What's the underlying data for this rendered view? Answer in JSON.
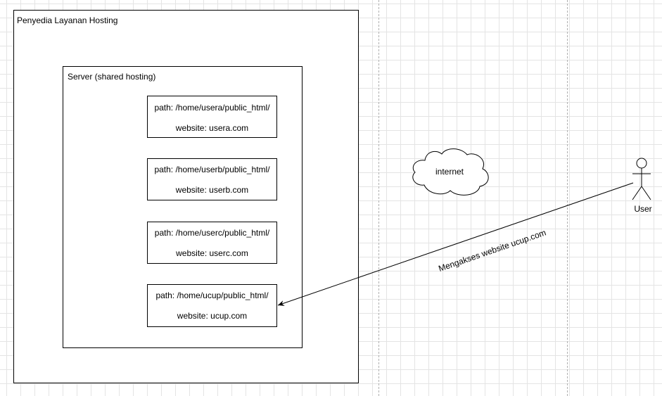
{
  "provider": {
    "title": "Penyedia Layanan Hosting"
  },
  "server": {
    "title": "Server (shared hosting)"
  },
  "sites": [
    {
      "path": "path: /home/usera/public_html/",
      "website": "website: usera.com"
    },
    {
      "path": "path: /home/userb/public_html/",
      "website": "website: userb.com"
    },
    {
      "path": "path: /home/userc/public_html/",
      "website": "website: userc.com"
    },
    {
      "path": "path: /home/ucup/public_html/",
      "website": "website: ucup.com"
    }
  ],
  "cloud": {
    "label": "internet"
  },
  "actor": {
    "label": "User"
  },
  "connection": {
    "label": "Mengakses website ucup.com"
  }
}
